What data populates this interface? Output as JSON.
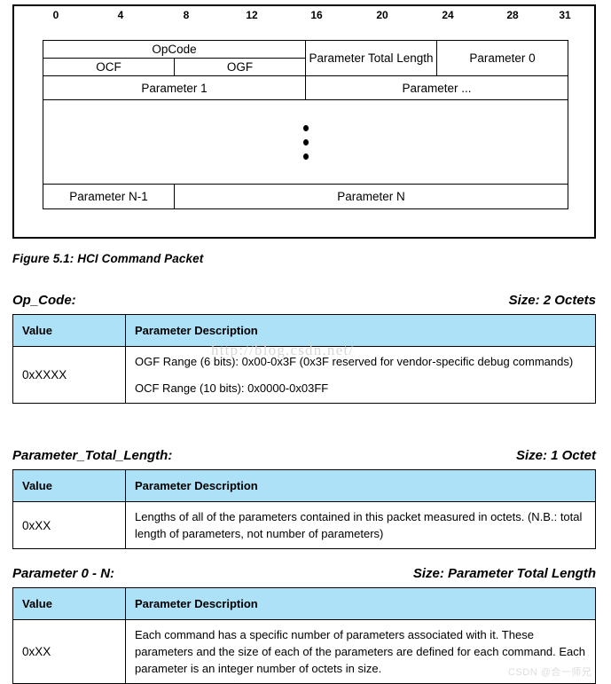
{
  "figure": {
    "caption": "Figure 5.1:  HCI Command Packet",
    "bit_ruler": [
      "0",
      "4",
      "8",
      "12",
      "16",
      "20",
      "24",
      "28",
      "31"
    ],
    "fields": {
      "opcode": "OpCode",
      "ocf": "OCF",
      "ogf": "OGF",
      "parameter_total_length": "Parameter Total Length",
      "parameter_0": "Parameter 0",
      "parameter_1": "Parameter 1",
      "parameter_ellipsis": "Parameter ...",
      "parameter_n_minus_1": "Parameter N-1",
      "parameter_n": "Parameter N"
    }
  },
  "sections": [
    {
      "label": "Op_Code:",
      "size": "Size: 2 Octets",
      "columns": [
        "Value",
        "Parameter Description"
      ],
      "rows": [
        {
          "value": "0xXXXX",
          "description": [
            "OGF Range (6 bits): 0x00-0x3F (0x3F reserved for vendor-specific debug commands)",
            "OCF Range (10 bits): 0x0000-0x03FF"
          ]
        }
      ]
    },
    {
      "label": "Parameter_Total_Length:",
      "size": "Size: 1 Octet",
      "columns": [
        "Value",
        "Parameter Description"
      ],
      "rows": [
        {
          "value": "0xXX",
          "description": [
            "Lengths of all of the parameters contained in this packet measured in octets. (N.B.: total length of parameters, not number of parameters)"
          ]
        }
      ]
    },
    {
      "label": "Parameter 0 - N:",
      "size": "Size: Parameter Total Length",
      "columns": [
        "Value",
        "Parameter Description"
      ],
      "rows": [
        {
          "value": "0xXX",
          "description": [
            "Each command has a specific number of parameters associated with it. These parameters and the size of each of the parameters are defined for each command. Each parameter is an integer number of octets in size."
          ]
        }
      ]
    }
  ],
  "watermarks": {
    "url": "http://blog.csdn.net/",
    "csdn": "CSDN @合一师兄"
  },
  "colors": {
    "table_header_bg": "#ADE1F7",
    "border": "#000000",
    "text": "#000000",
    "watermark": "#DDDDDD"
  }
}
